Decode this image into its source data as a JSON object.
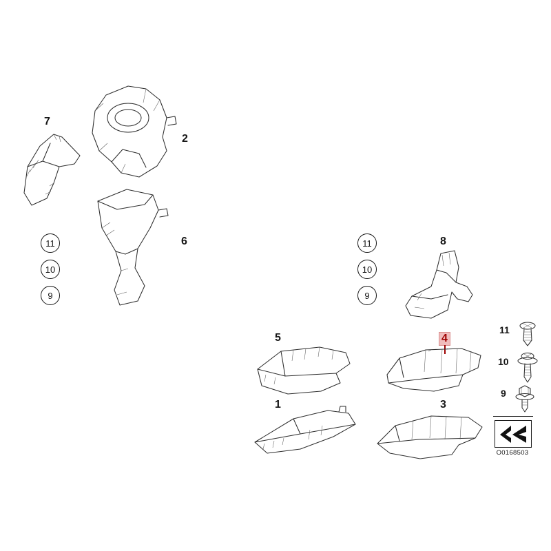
{
  "diagram": {
    "image_code": "O0168503",
    "highlight_color": "#9e0000",
    "parts": [
      {
        "num": "7",
        "highlighted": false
      },
      {
        "num": "2",
        "highlighted": false
      },
      {
        "num": "6",
        "highlighted": false
      },
      {
        "num": "8",
        "highlighted": false
      },
      {
        "num": "5",
        "highlighted": false
      },
      {
        "num": "4",
        "highlighted": true
      },
      {
        "num": "1",
        "highlighted": false
      },
      {
        "num": "3",
        "highlighted": false
      }
    ],
    "fastener_refs_left": [
      "11",
      "10",
      "9"
    ],
    "fastener_refs_right": [
      "11",
      "10",
      "9"
    ],
    "legend": [
      {
        "num": "11",
        "icon": "pan-head-screw-icon"
      },
      {
        "num": "10",
        "icon": "washer-screw-icon"
      },
      {
        "num": "9",
        "icon": "flange-nut-icon"
      }
    ]
  }
}
